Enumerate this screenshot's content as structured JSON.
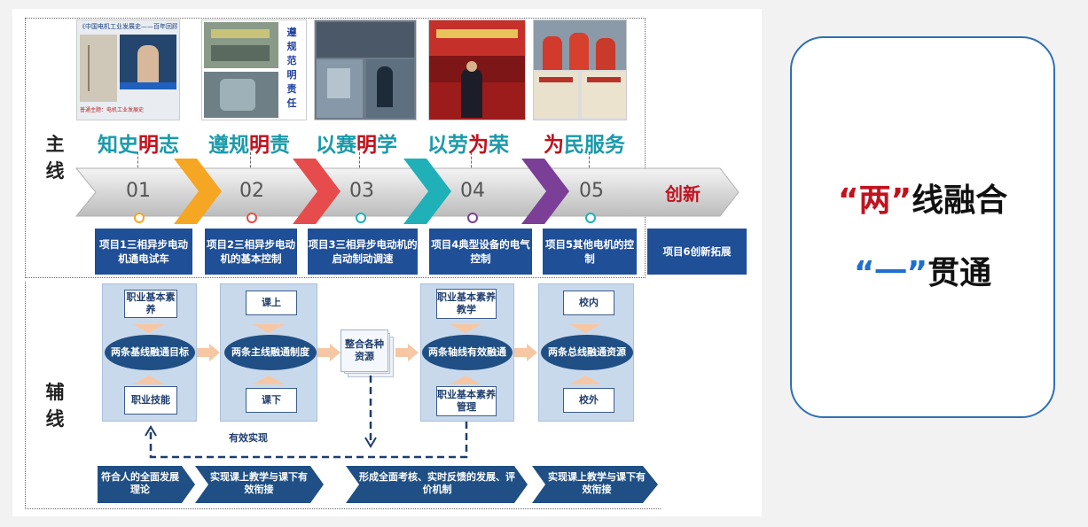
{
  "labels": {
    "main": "主线",
    "aux": "辅线"
  },
  "photos": [
    {
      "caption": "《中国电机工业发展史——百年回顾与展望》",
      "sub": "普通主题：电机工业发展史"
    },
    {
      "side": "遵规范 明责任"
    },
    {
      "caption": ""
    },
    {
      "caption": ""
    },
    {
      "caption": ""
    }
  ],
  "themes": [
    {
      "a": "知史",
      "b": "明",
      "c": "志"
    },
    {
      "a": "遵规",
      "b": "明",
      "c": "责"
    },
    {
      "a": "以赛",
      "b": "明",
      "c": "学"
    },
    {
      "a": "以劳",
      "b": "为",
      "c": "荣"
    },
    {
      "a": "",
      "b": "为",
      "c": "民服务"
    }
  ],
  "steps": [
    "01",
    "02",
    "03",
    "04",
    "05"
  ],
  "innovation": "创新",
  "colors": {
    "orange": "#f5a623",
    "red": "#e64c4c",
    "teal": "#1fb0b8",
    "purple": "#7b3f98",
    "navy": "#1f4f97"
  },
  "projects": [
    "项目1三相异步电动机通电试车",
    "项目2三相异步电动机的基本控制",
    "项目3三相异步电动机的启动制动调速",
    "项目4典型设备的电气控制",
    "项目5其他电机的控制",
    "项目6创新拓展"
  ],
  "aux": {
    "col1": {
      "top": "职业基本素养",
      "mid": "两条基线融通目标",
      "bot": "职业技能"
    },
    "col2": {
      "top": "课上",
      "mid": "两条主线融通制度",
      "bot": "课下"
    },
    "center": "整合各种资源",
    "col3": {
      "top": "职业基本素养教学",
      "mid": "两条轴线有效融通",
      "bot": "职业基本素养管理"
    },
    "col4": {
      "top": "校内",
      "mid": "两条总线融通资源",
      "bot": "校外"
    },
    "effective": "有效实现"
  },
  "bands": [
    "符合人的全面发展理论",
    "实现课上教学与课下有效衔接",
    "形成全面考核、实时反馈的发展、评价机制",
    "实现课上教学与课下有效衔接"
  ],
  "panel": {
    "l1q1": "“",
    "l1r": "两",
    "l1q2": "”",
    "l1t": "线融合",
    "l2q1": "“",
    "l2r": "一",
    "l2q2": "”",
    "l2t": "贯通"
  }
}
